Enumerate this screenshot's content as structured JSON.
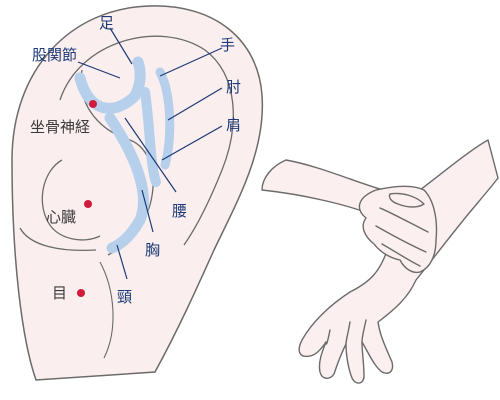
{
  "ear_chart": {
    "labels": {
      "foot": "足",
      "hip_joint": "股関節",
      "hand": "手",
      "elbow": "肘",
      "sciatic_nerve": "坐骨神経",
      "shoulder": "肩",
      "lumbar": "腰",
      "heart": "心臓",
      "chest": "胸",
      "eye": "目",
      "neck": "頸"
    },
    "colors": {
      "ear_fill": "#fbeeee",
      "outline": "#6b6b6b",
      "zone": "#b6d0ec",
      "point": "#d01c3c",
      "leader": "#1c3a78"
    }
  },
  "hands_illustration": {
    "colors": {
      "skin": "#fcefef",
      "outline": "#6b6b6b"
    }
  }
}
